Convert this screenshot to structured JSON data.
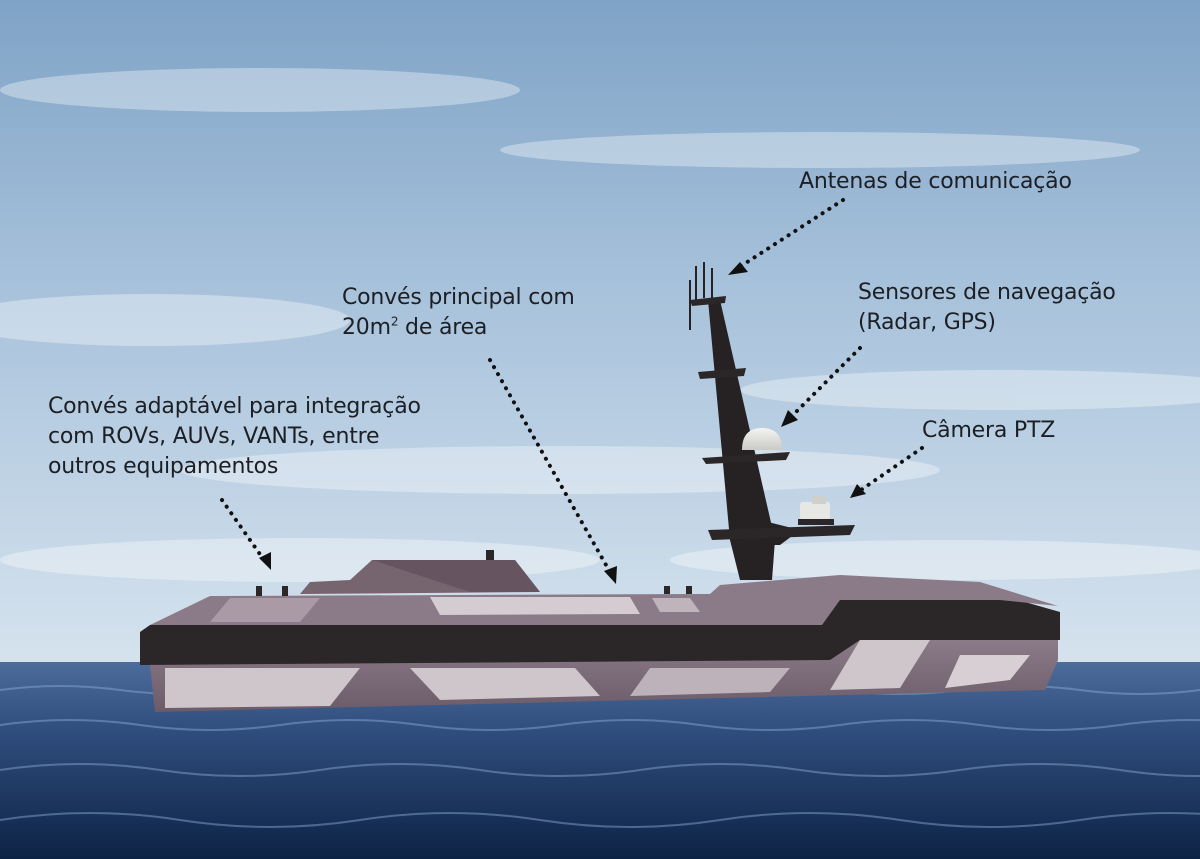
{
  "annotations": {
    "antennas": {
      "lines": [
        "Antenas de comunicação"
      ]
    },
    "nav_sensors": {
      "lines": [
        "Sensores de navegação",
        "(Radar, GPS)"
      ]
    },
    "ptz_camera": {
      "lines": [
        "Câmera PTZ"
      ]
    },
    "main_deck": {
      "line1": "Convés principal com",
      "line2_prefix": "20m",
      "line2_sup": "2",
      "line2_suffix": " de área"
    },
    "adaptable_deck": {
      "lines": [
        "Convés adaptável para integração",
        "com ROVs, AUVs, VANTs, entre",
        "outros equipamentos"
      ]
    }
  },
  "colors": {
    "sky_top": "#7fa3c6",
    "sky_bottom": "#d6e3ee",
    "sea_top": "#4c6c9c",
    "sea_bottom": "#0d2345",
    "hull_dark": "#2b2628",
    "hull_mauve": "#7d6b78",
    "hull_light": "#cfc6cc",
    "arrow": "#111111"
  }
}
